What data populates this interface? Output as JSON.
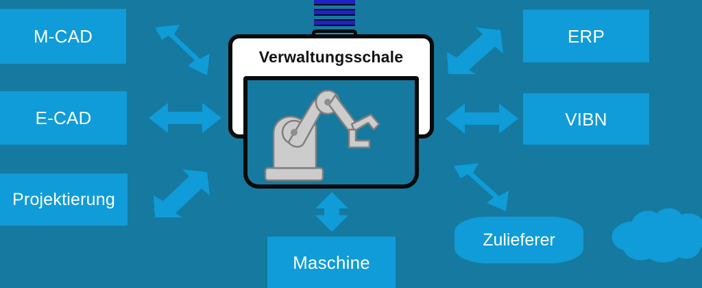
{
  "diagram": {
    "title": "Verwaltungsschale",
    "background_color": "#1679a0",
    "node_color": "#0f9cd8",
    "arrow_color": "#0f9cd8",
    "shell_fill_color": "#ffffff",
    "shell_outline_color": "#0a0a0a",
    "connector_bar_color": "#1a23c6",
    "robot_color": "#cccccc"
  },
  "center": {
    "title": "Verwaltungsschale",
    "asset_icon": "industrial-robot-arm-icon",
    "connector_icon": "connector-bars-icon",
    "connector_bar_count": 3
  },
  "left_nodes": [
    {
      "id": "mcad",
      "label": "M-CAD"
    },
    {
      "id": "ecad",
      "label": "E-CAD"
    },
    {
      "id": "projekt",
      "label": "Projektierung"
    }
  ],
  "right_nodes": [
    {
      "id": "erp",
      "label": "ERP"
    },
    {
      "id": "vibn",
      "label": "VIBN"
    }
  ],
  "bottom_nodes": [
    {
      "id": "maschine",
      "label": "Maschine"
    },
    {
      "id": "zulieferer",
      "label": "Zulieferer"
    }
  ],
  "decorations": [
    {
      "id": "cloud",
      "icon": "cloud-icon",
      "label": ""
    }
  ],
  "arrows": [
    {
      "id": "arrow-mcad",
      "icon": "double-arrow-diagonal-down-right-icon",
      "from": "M-CAD",
      "to": "Verwaltungsschale"
    },
    {
      "id": "arrow-ecad",
      "icon": "double-arrow-horizontal-icon",
      "from": "E-CAD",
      "to": "Verwaltungsschale"
    },
    {
      "id": "arrow-projekt",
      "icon": "double-arrow-diagonal-up-right-icon",
      "from": "Projektierung",
      "to": "Verwaltungsschale"
    },
    {
      "id": "arrow-erp",
      "icon": "double-arrow-diagonal-up-right-icon",
      "from": "Verwaltungsschale",
      "to": "ERP"
    },
    {
      "id": "arrow-vibn",
      "icon": "double-arrow-horizontal-icon",
      "from": "Verwaltungsschale",
      "to": "VIBN"
    },
    {
      "id": "arrow-zulieferer",
      "icon": "double-arrow-diagonal-down-right-icon",
      "from": "Verwaltungsschale",
      "to": "Zulieferer"
    },
    {
      "id": "arrow-maschine",
      "icon": "double-arrow-vertical-icon",
      "from": "Verwaltungsschale",
      "to": "Maschine"
    }
  ]
}
